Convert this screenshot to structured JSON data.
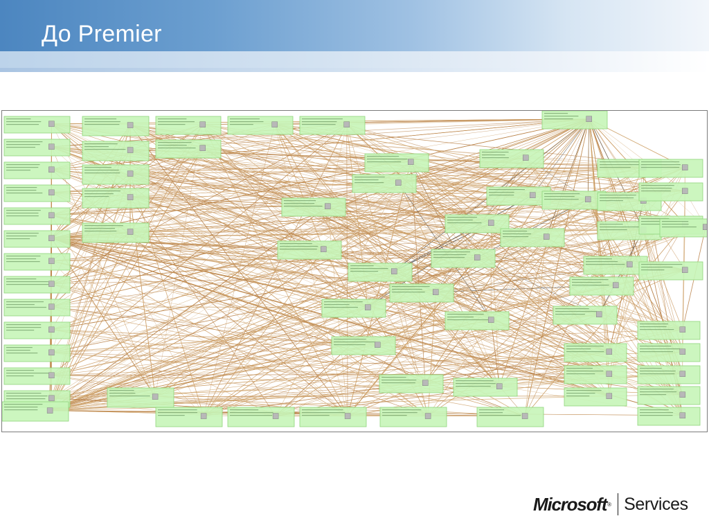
{
  "slide": {
    "title": "До Premier"
  },
  "diagram": {
    "description_role": "dependency-map",
    "node_fill": "#c6f5b8",
    "node_stroke": "#8fd47c",
    "edge_colors": [
      "#c8965a",
      "#b9824a",
      "#d3ab77",
      "#3a3a3a"
    ]
  },
  "footer": {
    "brand": "Microsoft",
    "registered": "®",
    "product": "Services"
  },
  "colors": {
    "header_start": "#4c86c0",
    "header_end": "#f2f6fb"
  }
}
